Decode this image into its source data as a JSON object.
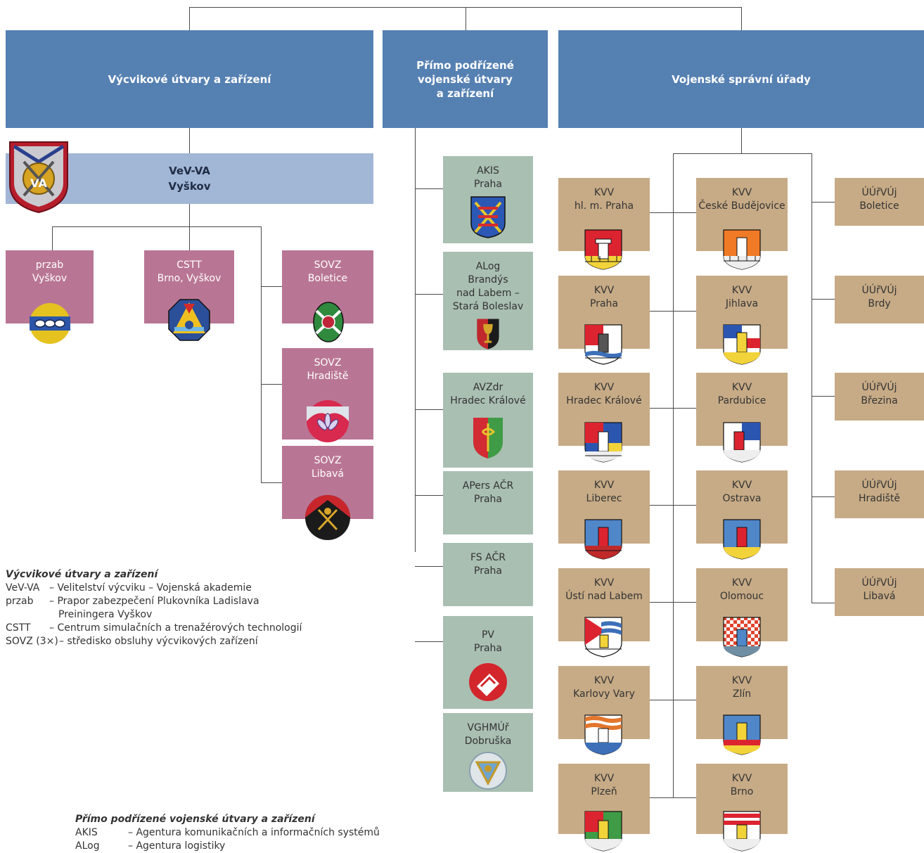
{
  "columns": {
    "training": "Výcvikové útvary a zařízení",
    "direct": "Přímo podřízené\nvojenské útvary\na zařízení",
    "admin": "Vojenské správní úřady"
  },
  "vev": {
    "line1": "VeV-VA",
    "line2": "Vyškov"
  },
  "training_units": [
    {
      "line1": "przab",
      "line2": "Vyškov"
    },
    {
      "line1": "CSTT",
      "line2": "Brno, Vyškov"
    },
    {
      "line1": "SOVZ",
      "line2": "Boletice"
    },
    {
      "line1": "SOVZ",
      "line2": "Hradiště"
    },
    {
      "line1": "SOVZ",
      "line2": "Libavá"
    }
  ],
  "direct_units": [
    {
      "lines": [
        "AKIS",
        "Praha"
      ]
    },
    {
      "lines": [
        "ALog",
        "Brandýs",
        "nad Labem –",
        "Stará Boleslav"
      ]
    },
    {
      "lines": [
        "AVZdr",
        "Hradec Králové"
      ]
    },
    {
      "lines": [
        "APers AČR",
        "Praha"
      ]
    },
    {
      "lines": [
        "FS AČR",
        "Praha"
      ]
    },
    {
      "lines": [
        "PV",
        "Praha"
      ]
    },
    {
      "lines": [
        "VGHMÚř",
        "Dobruška"
      ]
    }
  ],
  "kvv_left": [
    {
      "line1": "KVV",
      "line2": "hl. m. Praha"
    },
    {
      "line1": "KVV",
      "line2": "Praha"
    },
    {
      "line1": "KVV",
      "line2": "Hradec Králové"
    },
    {
      "line1": "KVV",
      "line2": "Liberec"
    },
    {
      "line1": "KVV",
      "line2": "Ústí nad Labem"
    },
    {
      "line1": "KVV",
      "line2": "Karlovy Vary"
    },
    {
      "line1": "KVV",
      "line2": "Plzeň"
    }
  ],
  "kvv_right": [
    {
      "line1": "KVV",
      "line2": "České Budějovice"
    },
    {
      "line1": "KVV",
      "line2": "Jihlava"
    },
    {
      "line1": "KVV",
      "line2": "Pardubice"
    },
    {
      "line1": "KVV",
      "line2": "Ostrava"
    },
    {
      "line1": "KVV",
      "line2": "Olomouc"
    },
    {
      "line1": "KVV",
      "line2": "Zlín"
    },
    {
      "line1": "KVV",
      "line2": "Brno"
    }
  ],
  "uurvuj": [
    {
      "line1": "ÚÚřVÚj",
      "line2": "Boletice"
    },
    {
      "line1": "ÚÚřVÚj",
      "line2": "Brdy"
    },
    {
      "line1": "ÚÚřVÚj",
      "line2": "Březina"
    },
    {
      "line1": "ÚÚřVÚj",
      "line2": "Hradiště"
    },
    {
      "line1": "ÚÚřVÚj",
      "line2": "Libavá"
    }
  ],
  "legend1": {
    "title": "Výcvikové útvary a zařízení",
    "items": [
      {
        "abbr": "VeV-VA",
        "def": "– Velitelství výcviku – Vojenská akademie"
      },
      {
        "abbr": "przab",
        "def": "– Prapor zabezpečení Plukovníka Ladislava"
      },
      {
        "abbr": "",
        "def": "Preiningera Vyškov"
      },
      {
        "abbr": "CSTT",
        "def": "– Centrum simulačních a trenažérových technologií"
      },
      {
        "abbr": "SOVZ (3×)",
        "def": "– středisko obsluhy výcvikových zařízení"
      }
    ]
  },
  "legend2": {
    "title": "Přímo podřízené vojenské útvary a zařízení",
    "items": [
      {
        "abbr": "AKIS",
        "def": "– Agentura komunikačních a informačních systémů"
      },
      {
        "abbr": "ALog",
        "def": "– Agentura logistiky"
      }
    ]
  },
  "colors": {
    "header": "#5580b2",
    "vev": "#a2b6d6",
    "training": "#b97694",
    "direct": "#a9bfb2",
    "admin": "#c7ab86"
  }
}
